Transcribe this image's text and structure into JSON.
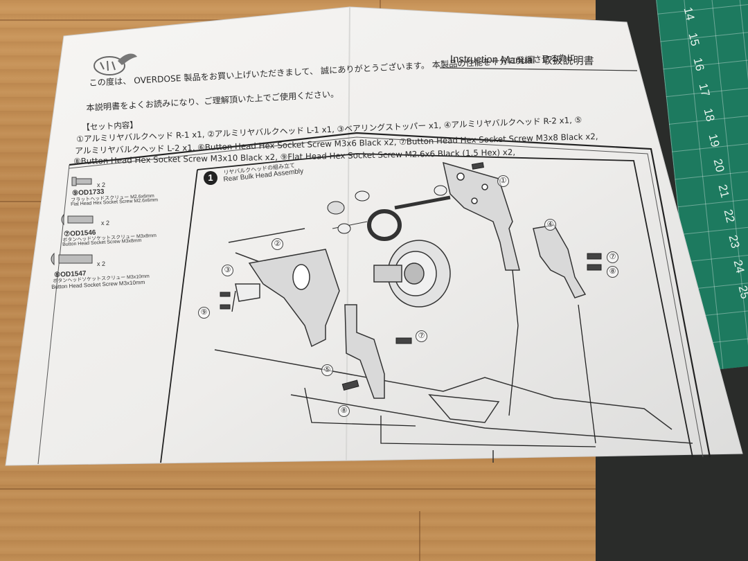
{
  "header": {
    "title": "Instruction Manual",
    "title_jp": "取扱説明書"
  },
  "intro": {
    "line1": "この度は、 OVERDOSE 製品をお買い上げいただきまして、 誠にありがとうございます。 本製品の性能を十分に発揮させる為に",
    "line2": "本説明書をよくお読みになり、ご理解頂いた上でご使用ください。"
  },
  "contents": {
    "heading": "【セット内容】",
    "line1": "①アルミリヤバルクヘッド R-1 x1, ②アルミリヤバルクヘッド L-1 x1, ③ベアリングストッパー x1, ④アルミリヤバルクヘッド R-2 x1, ⑤",
    "line2": "アルミリヤバルクヘッド L-2 x1, ⑥Button Head Hex Socket Screw M3x6 Black x2, ⑦Button Head Hex Socket Screw M3x8 Black x2,",
    "line3": "⑧Button Head Hex Socket Screw M3x10 Black x2, ⑨Flat Head Hex Socket Screw M2.6x6 Black (1.5 Hex) x2,"
  },
  "parts": [
    {
      "qty": "x 2",
      "code": "⑨OD1733",
      "jp": "フラットヘッドスクリュー M2.6x6mm",
      "en": "Flat Head Hex Socket Screw M2.6x6mm"
    },
    {
      "qty": "x 2",
      "code": "⑦OD1546",
      "jp": "ボタンヘッドソケットスクリュー M3x8mm",
      "en": "Button Head Socket Screw M3x8mm"
    },
    {
      "qty": "x 2",
      "code": "⑧OD1547",
      "jp": "ボタンヘッドソケットスクリュー M3x10mm",
      "en": "Button Head Socket Screw M3x10mm"
    }
  ],
  "step": {
    "number": "1",
    "title_jp": "リヤバルクヘッドの組み立て",
    "title_en": "Rear Bulk Head Assembly"
  },
  "callouts": [
    "①",
    "②",
    "③",
    "④",
    "⑤",
    "⑦",
    "⑧",
    "⑦",
    "⑧",
    "⑨"
  ],
  "mat_numbers": [
    "14",
    "15",
    "16",
    "17",
    "18",
    "19",
    "20",
    "21",
    "22",
    "23",
    "24",
    "25"
  ],
  "colors": {
    "paper": "#f4f3f1",
    "ink": "#2a2a2a",
    "wood": "#c08d54",
    "mat": "#1d7a5f"
  }
}
